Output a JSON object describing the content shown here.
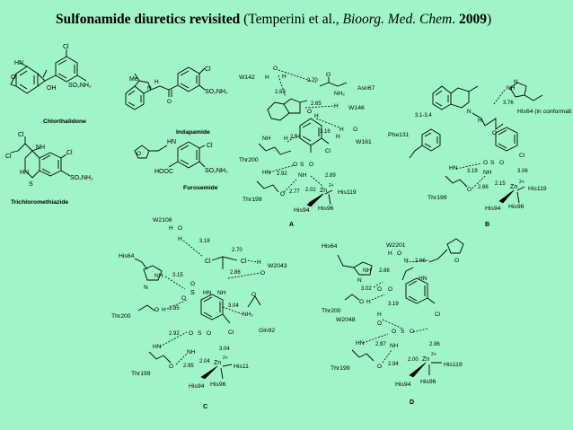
{
  "title": {
    "main": "Sulfonamide diuretics revisited",
    "ref_open": " (Temperini et al., ",
    "journal": "Bioorg. Med. Chem",
    "ref_sep": ". ",
    "year": "2009",
    "ref_close": ")"
  },
  "compounds": {
    "chlorthalidone": "Chlorthalidone",
    "indapamide": "Indapamide",
    "trichloromethiazide": "Trichloromethiazide",
    "furosemide": "Furosemide"
  },
  "atoms": {
    "cl": "Cl",
    "so2nh2": "SO₂NH₂",
    "hn": "HN",
    "nh": "NH",
    "oh": "OH",
    "o": "O",
    "me": "Me",
    "n": "N",
    "h": "H",
    "s": "S",
    "hooc": "HOOC",
    "nh2": "NH₂",
    "zn": "Zn",
    "two_plus": "2+",
    "minus": "-"
  },
  "panel_labels": {
    "a": "A",
    "b": "B",
    "c": "C",
    "d": "D"
  },
  "residues": {
    "W142": "W142",
    "Asn67": "Asn67",
    "W146": "W146",
    "W161": "W161",
    "Thr200": "Thr200",
    "Thr199": "Thr199",
    "His119": "His119",
    "His94": "His94",
    "His96": "His96",
    "Phe131": "Phe131",
    "His64": "His64",
    "His64_conf": "His64 (in conformati",
    "W2108": "W2108",
    "W2043": "W2043",
    "Gln92": "Gln92",
    "His11": "His11",
    "W2201": "W2201",
    "W2048": "W2048"
  },
  "distances": {
    "a": [
      "2.70",
      "2.83",
      "2.65",
      "3.16",
      "2.54",
      "2.92",
      "2.89",
      "2.77",
      "2.02"
    ],
    "b": [
      "3.76",
      "3.1-3.4",
      "3.19",
      "3.06",
      "2.86",
      "2.15"
    ],
    "c": [
      "3.18",
      "2.70",
      "3.15",
      "2.86",
      "2.85",
      "3.04",
      "2.92",
      "3.04",
      "2.95",
      "2.04"
    ],
    "d": [
      "2.66",
      "2.66",
      "3.02",
      "3.19",
      "2.97",
      "2.96",
      "2.94",
      "2.00"
    ]
  },
  "colors": {
    "background": "#9ff5c5",
    "ink": "#000000"
  }
}
